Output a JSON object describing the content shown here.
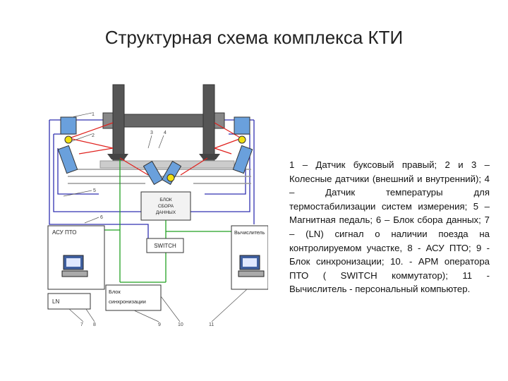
{
  "title": "Структурная схема комплекса КТИ",
  "labels": {
    "block_data": [
      "БЛОК",
      "СБОРА",
      "ДАННЫХ"
    ],
    "asu": "АСУ ПТО",
    "computer": "Вычислитель",
    "switch": "SWITCH",
    "ln": "LN",
    "sync": [
      "Блок",
      "синхронизации"
    ]
  },
  "numbers": [
    "1",
    "2",
    "3",
    "4",
    "5",
    "6",
    "7",
    "8",
    "9",
    "10",
    "11"
  ],
  "legend": "1 – Датчик буксовый правый; 2 и 3 – Колесные датчики (внешний и внутренний); 4 – Датчик температуры для термостабилизации систем измерения; 5 – Магнитная педаль; 6 – Блок сбора данных; 7 – (LN) сигнал о наличии поезда на контролируемом участке, 8 - АСУ ПТО; 9 - Блок синхронизации; 10. - АРМ оператора ПТО ( SWITCH коммутатор); 11 - Вычислитель - персональный компьютер.",
  "colors": {
    "red_lines": "#e0201c",
    "blue_lines": "#3030b0",
    "green_lines": "#22a022",
    "sensor_blue": "#6aa0dc",
    "sensor_yellow": "#f2e010"
  }
}
